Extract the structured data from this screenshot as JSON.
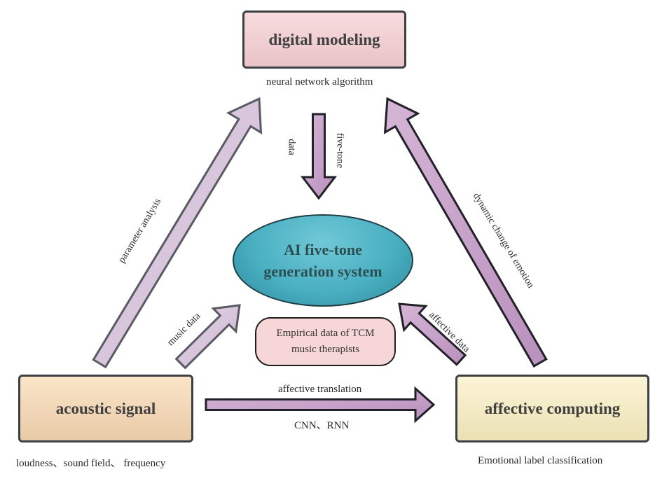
{
  "diagram": {
    "nodes": {
      "digital_modeling": {
        "label": "digital modeling",
        "caption": "neural network algorithm"
      },
      "center": {
        "line1": "AI five-tone",
        "line2": "generation system"
      },
      "empirical": {
        "line1": "Empirical data of TCM",
        "line2": "music therapists"
      },
      "acoustic_signal": {
        "label": "acoustic signal",
        "caption": "loudness、sound field、 frequency"
      },
      "affective_computing": {
        "label": "affective computing",
        "caption": "Emotional label classification"
      }
    },
    "edges": {
      "parameter_analysis": {
        "label": "parameter analysis",
        "from": "acoustic signal",
        "to": "digital modeling"
      },
      "dynamic_change": {
        "label": "dynamic change of emotion",
        "from": "affective computing",
        "to": "digital modeling"
      },
      "down_data": {
        "label_left": "data",
        "label_right": "five-tone",
        "from": "digital modeling",
        "to": "AI five-tone generation system"
      },
      "music_data": {
        "label": "music data",
        "from": "acoustic signal",
        "to": "AI five-tone generation system"
      },
      "affective_data": {
        "label": "affective data",
        "from": "affective computing",
        "to": "AI five-tone generation system"
      },
      "affective_translation": {
        "label_top": "affective translation",
        "label_bottom": "CNN、RNN",
        "from": "acoustic signal",
        "to": "affective computing"
      }
    },
    "colors": {
      "arrow_fill_light": "#dccbe0",
      "arrow_fill_dark": "#c7a3c9",
      "center_fill": "#4ab0c2"
    }
  }
}
